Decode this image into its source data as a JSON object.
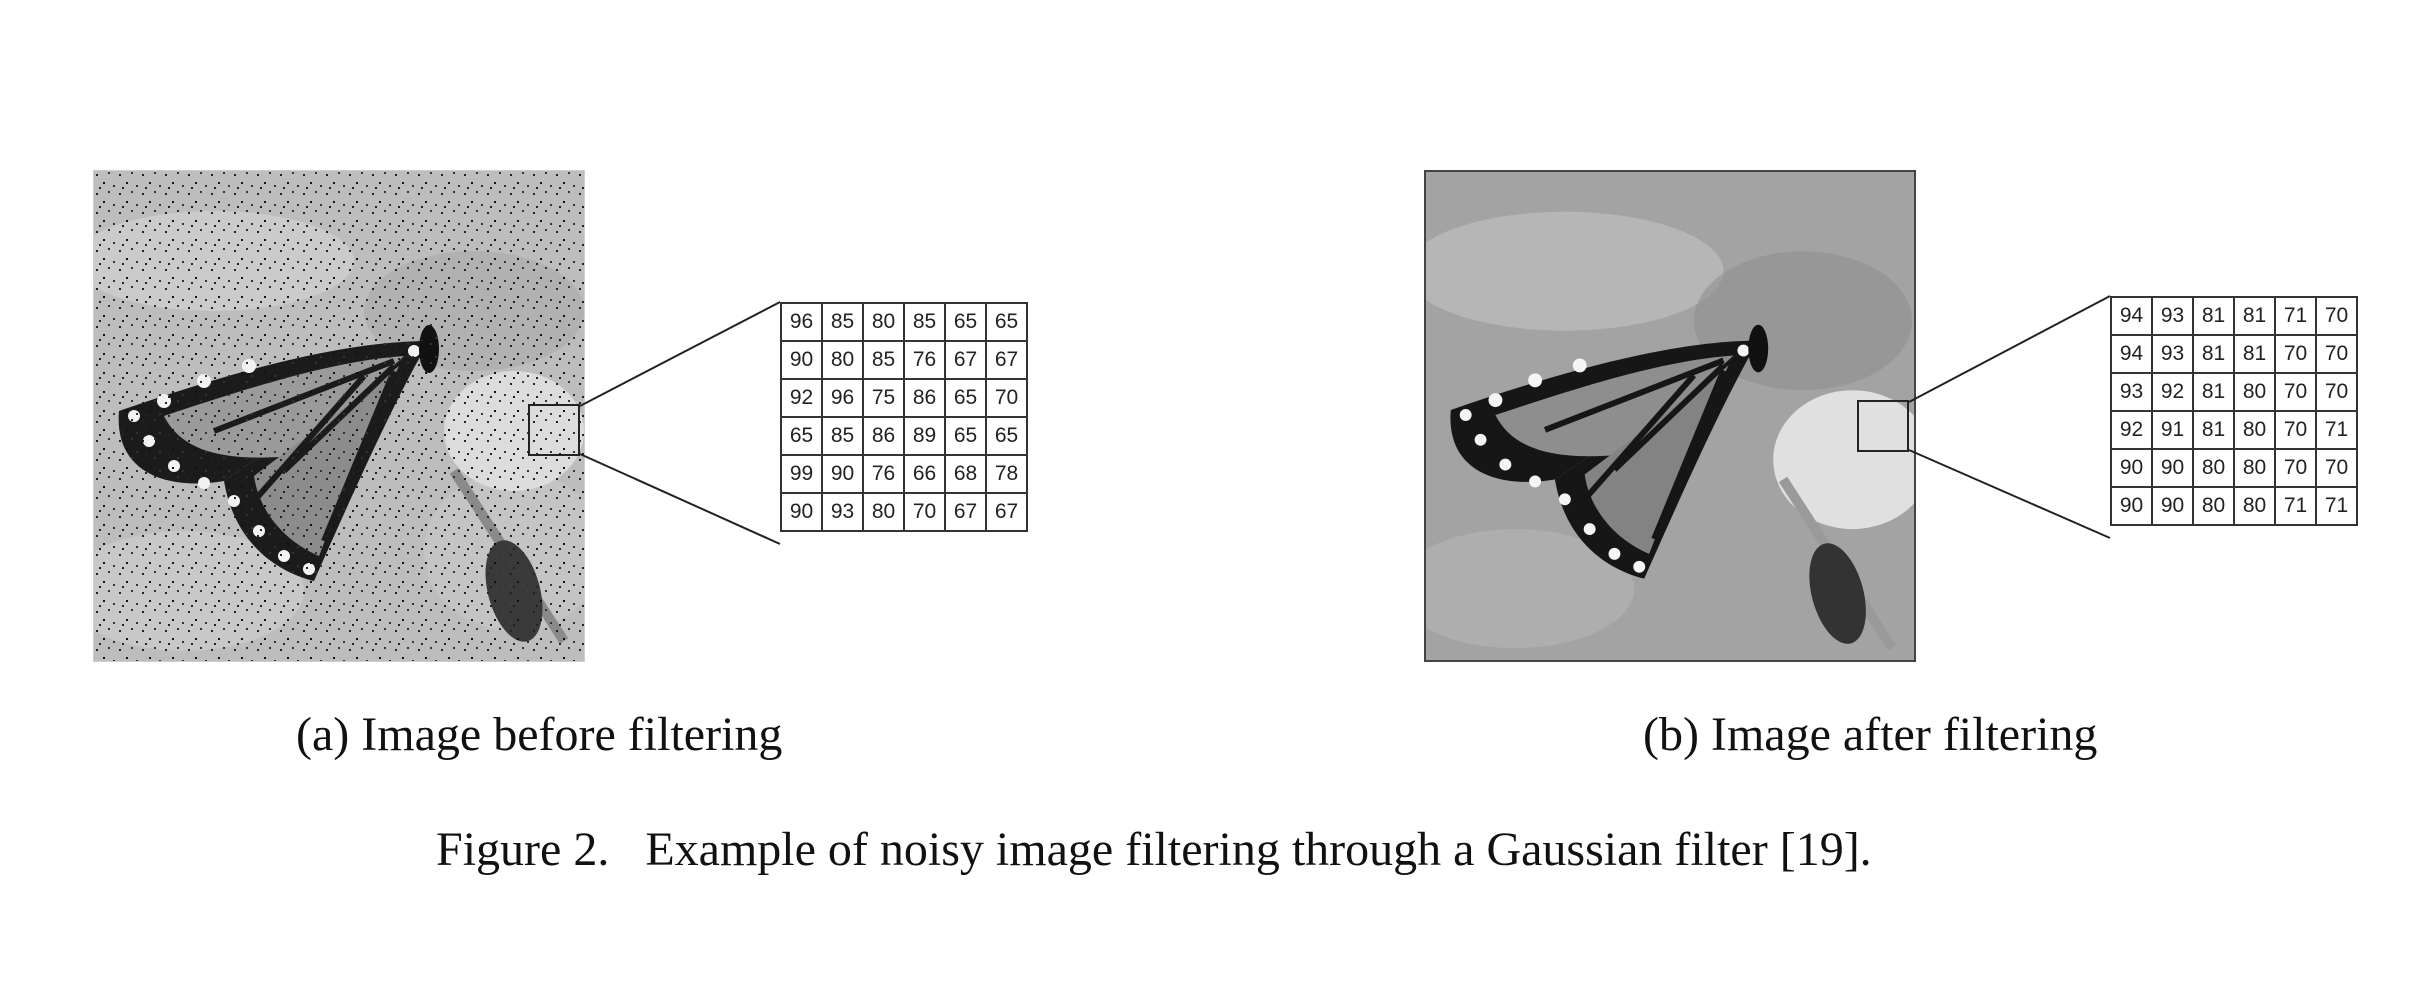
{
  "panel_a": {
    "caption_label": "(a)",
    "caption_text": "Image before filtering",
    "grid": [
      [
        "96",
        "85",
        "80",
        "85",
        "65",
        "65"
      ],
      [
        "90",
        "80",
        "85",
        "76",
        "67",
        "67"
      ],
      [
        "92",
        "96",
        "75",
        "86",
        "65",
        "70"
      ],
      [
        "65",
        "85",
        "86",
        "89",
        "65",
        "65"
      ],
      [
        "99",
        "90",
        "76",
        "66",
        "68",
        "78"
      ],
      [
        "90",
        "93",
        "80",
        "70",
        "67",
        "67"
      ]
    ]
  },
  "panel_b": {
    "caption_label": "(b)",
    "caption_text": "Image after filtering",
    "grid": [
      [
        "94",
        "93",
        "81",
        "81",
        "71",
        "70"
      ],
      [
        "94",
        "93",
        "81",
        "81",
        "70",
        "70"
      ],
      [
        "93",
        "92",
        "81",
        "80",
        "70",
        "70"
      ],
      [
        "92",
        "91",
        "81",
        "80",
        "70",
        "71"
      ],
      [
        "90",
        "90",
        "80",
        "80",
        "70",
        "70"
      ],
      [
        "90",
        "90",
        "80",
        "80",
        "71",
        "71"
      ]
    ]
  },
  "figure": {
    "label": "Figure 2.",
    "text": "Example of noisy image filtering through a Gaussian filter [19]."
  }
}
